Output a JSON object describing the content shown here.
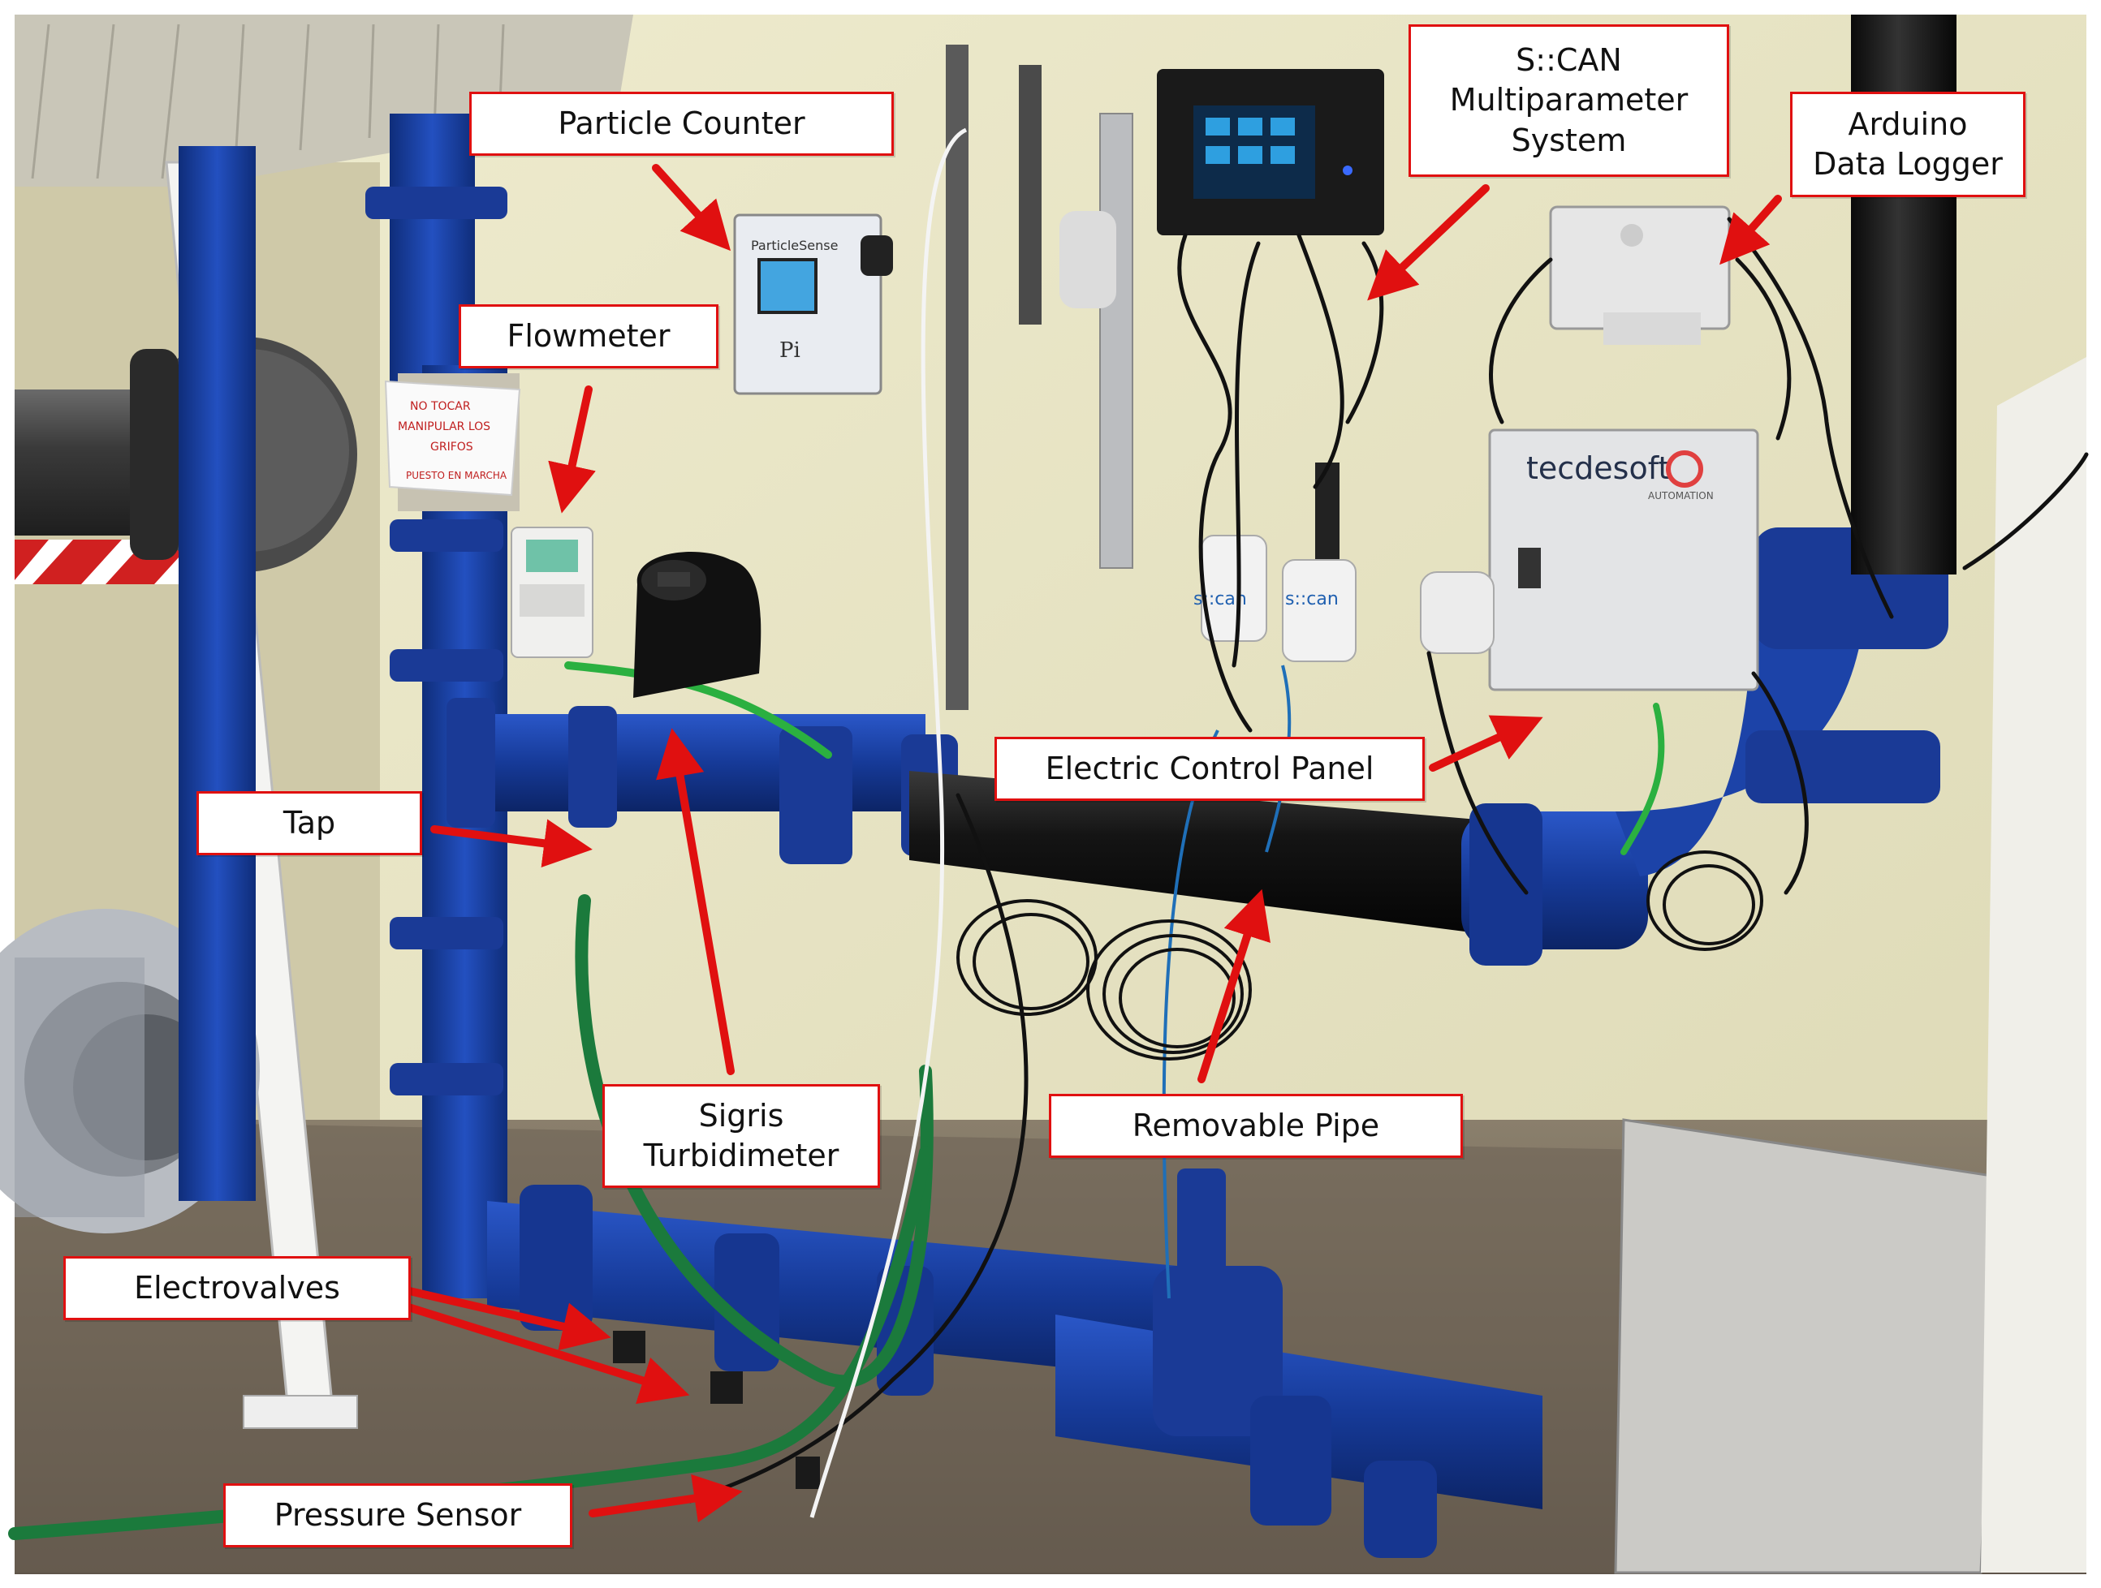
{
  "labels": {
    "particle_counter": "Particle Counter",
    "flowmeter": "Flowmeter",
    "scan": "S::CAN\nMultiparameter\nSystem",
    "arduino": "Arduino\nData Logger",
    "tap": "Tap",
    "electric_panel": "Electric Control Panel",
    "sigris": "Sigris\nTurbidimeter",
    "removable_pipe": "Removable Pipe",
    "electrovalves": "Electrovalves",
    "pressure_sensor": "Pressure Sensor"
  },
  "device_text": {
    "particle_sense": "ParticleSense",
    "pi_logo": "Pi",
    "tecdesoft": "tecdesoft",
    "automation": "AUTOMATION",
    "scan_left": "s::can",
    "scan_right": "s::can",
    "sign_1": "NO TOCAR",
    "sign_2": "MANIPULAR LOS",
    "sign_3": "GRIFOS",
    "sign_4": "PUESTO EN MARCHA"
  },
  "colors": {
    "label_border": "#e01010",
    "arrow": "#e01010",
    "pipe_blue": "#1a3fa0",
    "wall": "#e9e6c6"
  }
}
